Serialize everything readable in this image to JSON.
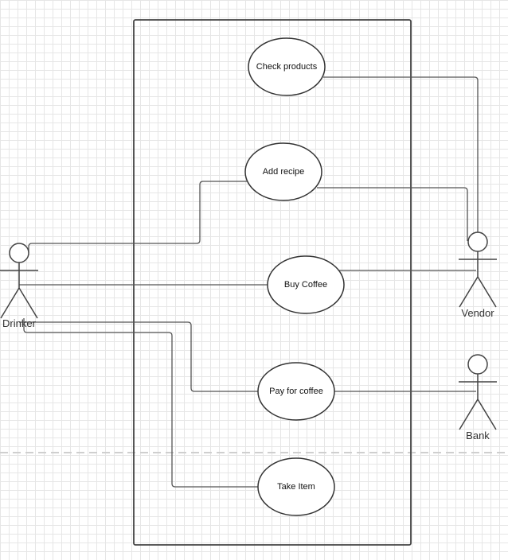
{
  "system_boundary": {
    "label": ""
  },
  "use_cases": [
    {
      "id": "check_products",
      "label": "Check products"
    },
    {
      "id": "add_recipe",
      "label": "Add recipe"
    },
    {
      "id": "buy_coffee",
      "label": "Buy Coffee"
    },
    {
      "id": "pay_for_coffee",
      "label": "Pay for coffee"
    },
    {
      "id": "take_item",
      "label": "Take Item"
    }
  ],
  "actors": [
    {
      "id": "drinker",
      "label": "Drinker"
    },
    {
      "id": "vendor",
      "label": "Vendor"
    },
    {
      "id": "bank",
      "label": "Bank"
    }
  ],
  "associations": [
    {
      "from": "drinker",
      "to": "add_recipe"
    },
    {
      "from": "drinker",
      "to": "buy_coffee"
    },
    {
      "from": "drinker",
      "to": "pay_for_coffee"
    },
    {
      "from": "drinker",
      "to": "take_item"
    },
    {
      "from": "vendor",
      "to": "check_products"
    },
    {
      "from": "vendor",
      "to": "add_recipe"
    },
    {
      "from": "vendor",
      "to": "buy_coffee"
    },
    {
      "from": "bank",
      "to": "pay_for_coffee"
    }
  ]
}
